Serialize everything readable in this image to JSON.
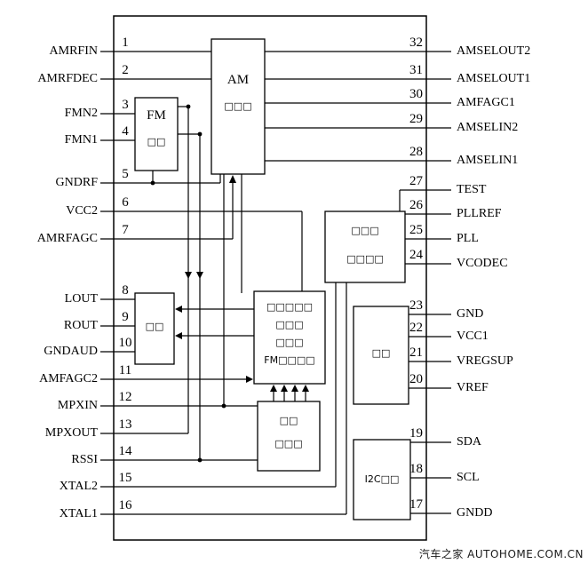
{
  "pins_left": [
    {
      "num": "1",
      "label": "AMRFIN"
    },
    {
      "num": "2",
      "label": "AMRFDEC"
    },
    {
      "num": "3",
      "label": "FMN2"
    },
    {
      "num": "4",
      "label": "FMN1"
    },
    {
      "num": "5",
      "label": "GNDRF"
    },
    {
      "num": "6",
      "label": "VCC2"
    },
    {
      "num": "7",
      "label": "AMRFAGC"
    },
    {
      "num": "8",
      "label": "LOUT"
    },
    {
      "num": "9",
      "label": "ROUT"
    },
    {
      "num": "10",
      "label": "GNDAUD"
    },
    {
      "num": "11",
      "label": "AMFAGC2"
    },
    {
      "num": "12",
      "label": "MPXIN"
    },
    {
      "num": "13",
      "label": "MPXOUT"
    },
    {
      "num": "14",
      "label": "RSSI"
    },
    {
      "num": "15",
      "label": "XTAL2"
    },
    {
      "num": "16",
      "label": "XTAL1"
    }
  ],
  "pins_right": [
    {
      "num": "32",
      "label": "AMSELOUT2"
    },
    {
      "num": "31",
      "label": "AMSELOUT1"
    },
    {
      "num": "30",
      "label": "AMFAGC1"
    },
    {
      "num": "29",
      "label": "AMSELIN2"
    },
    {
      "num": "28",
      "label": "AMSELIN1"
    },
    {
      "num": "27",
      "label": "TEST"
    },
    {
      "num": "26",
      "label": "PLLREF"
    },
    {
      "num": "25",
      "label": "PLL"
    },
    {
      "num": "24",
      "label": "VCODEC"
    },
    {
      "num": "23",
      "label": "GND"
    },
    {
      "num": "22",
      "label": "VCC1"
    },
    {
      "num": "21",
      "label": "VREGSUP"
    },
    {
      "num": "20",
      "label": "VREF"
    },
    {
      "num": "19",
      "label": "SDA"
    },
    {
      "num": "18",
      "label": "SCL"
    },
    {
      "num": "17",
      "label": "GNDD"
    }
  ],
  "blocks": {
    "am": {
      "l1": "AM",
      "l2": "□□□"
    },
    "fm": {
      "l1": "FM",
      "l2": "□□"
    },
    "audio": {
      "l1": "□□"
    },
    "ifdemod": {
      "l1": "□□□□□",
      "l2": "□□□",
      "l3": "□□□",
      "l4": "FM□□□□"
    },
    "decoder": {
      "l1": "□□",
      "l2": "□□□"
    },
    "synth": {
      "l1": "□□□",
      "l2": "□□□□"
    },
    "regulator": {
      "l1": "□□"
    },
    "i2c": {
      "l1": "I2C□□"
    }
  },
  "watermark": "汽车之家 AUTOHOME.COM.CN",
  "colors": {
    "line": "#000000",
    "background": "#ffffff",
    "watermark": "#1a1a1a"
  }
}
